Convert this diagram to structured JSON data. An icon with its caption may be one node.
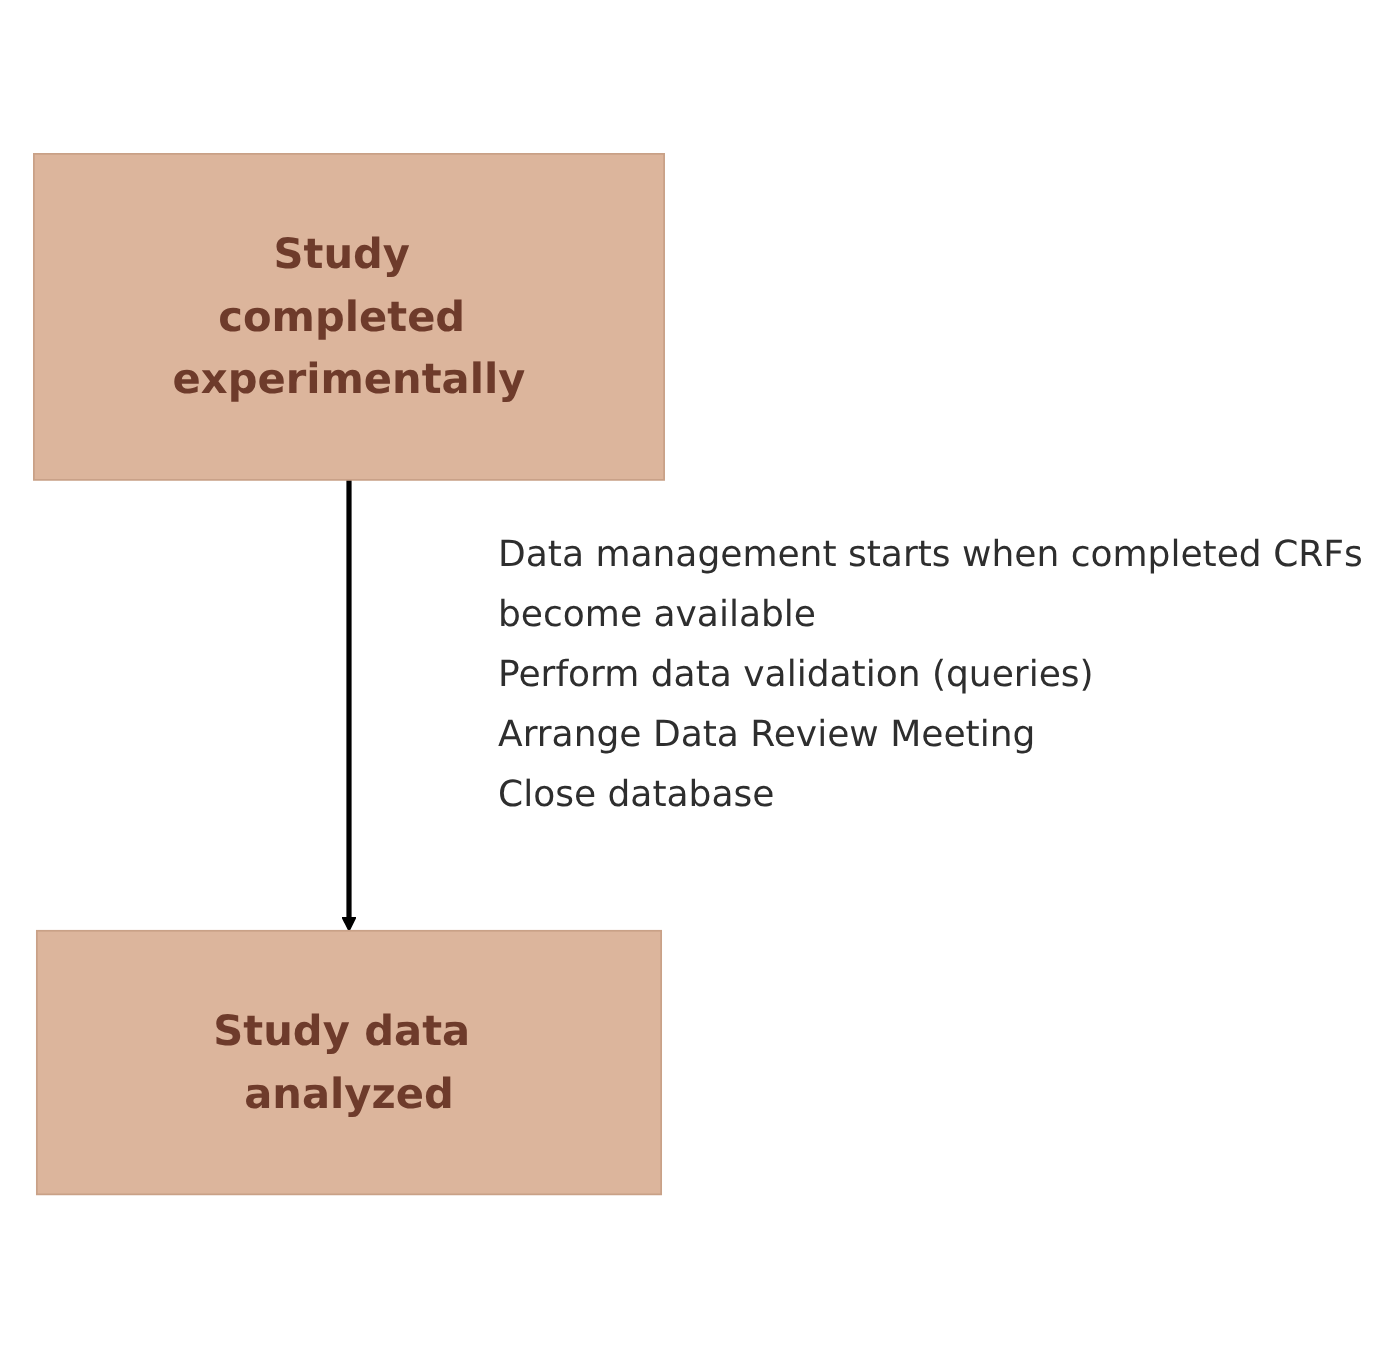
{
  "diagram": {
    "nodes": [
      {
        "text": [
          "Study completed experimentally"
        ]
      },
      {
        "text": [
          "Study data analyzed"
        ]
      }
    ],
    "edges": [
      {
        "from": 0,
        "to": 1,
        "arrow": "to"
      }
    ],
    "labels": [
      "Data management starts when completed CRFs become available",
      "Perform data validation (queries)",
      "Arrange Data Review Meeting",
      "Close database"
    ]
  }
}
